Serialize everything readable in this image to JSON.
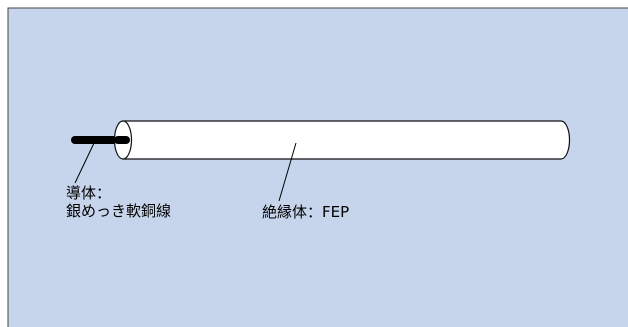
{
  "colors": {
    "background": "#c6d5ec",
    "frame_stroke": "#444444",
    "cable_fill": "#ffffff",
    "cable_stroke": "#111111",
    "conductor": "#000000",
    "text": "#000000"
  },
  "labels": {
    "conductor_line1": "導体：",
    "conductor_line2": "銀めっき軟銅線",
    "insulation": "絶縁体：FEP"
  }
}
